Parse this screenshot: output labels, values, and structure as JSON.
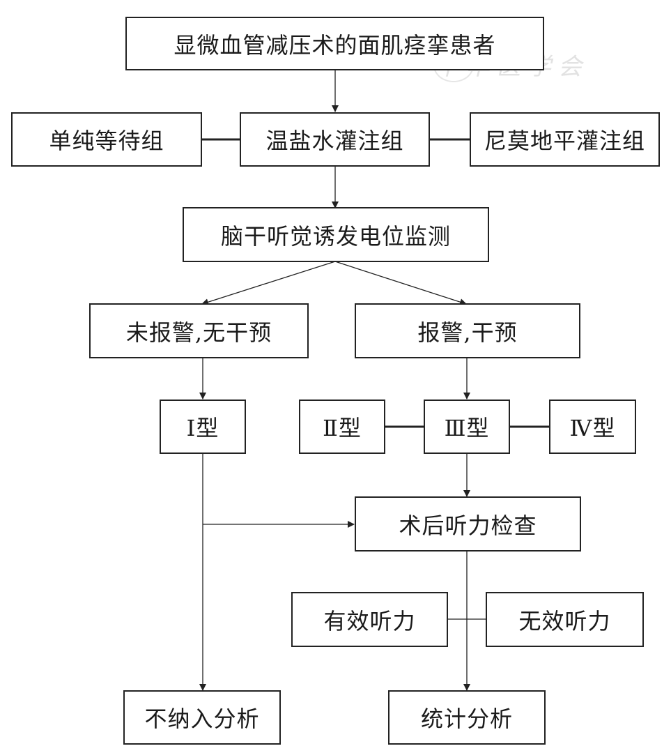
{
  "watermark": "中华医学会",
  "nodes": {
    "patients": "显微血管减压术的面肌痉挛患者",
    "group_wait": "单纯等待组",
    "group_saline": "温盐水灌注组",
    "group_nimodipine": "尼莫地平灌注组",
    "baep_monitor": "脑干听觉诱发电位监测",
    "no_alarm": "未报警,无干预",
    "alarm": "报警,干预",
    "type1": "Ⅰ型",
    "type2": "Ⅱ型",
    "type3": "Ⅲ型",
    "type4": "Ⅳ型",
    "postop_hearing": "术后听力检查",
    "effective_hearing": "有效听力",
    "ineffective_hearing": "无效听力",
    "excluded": "不纳入分析",
    "statistics": "统计分析"
  }
}
